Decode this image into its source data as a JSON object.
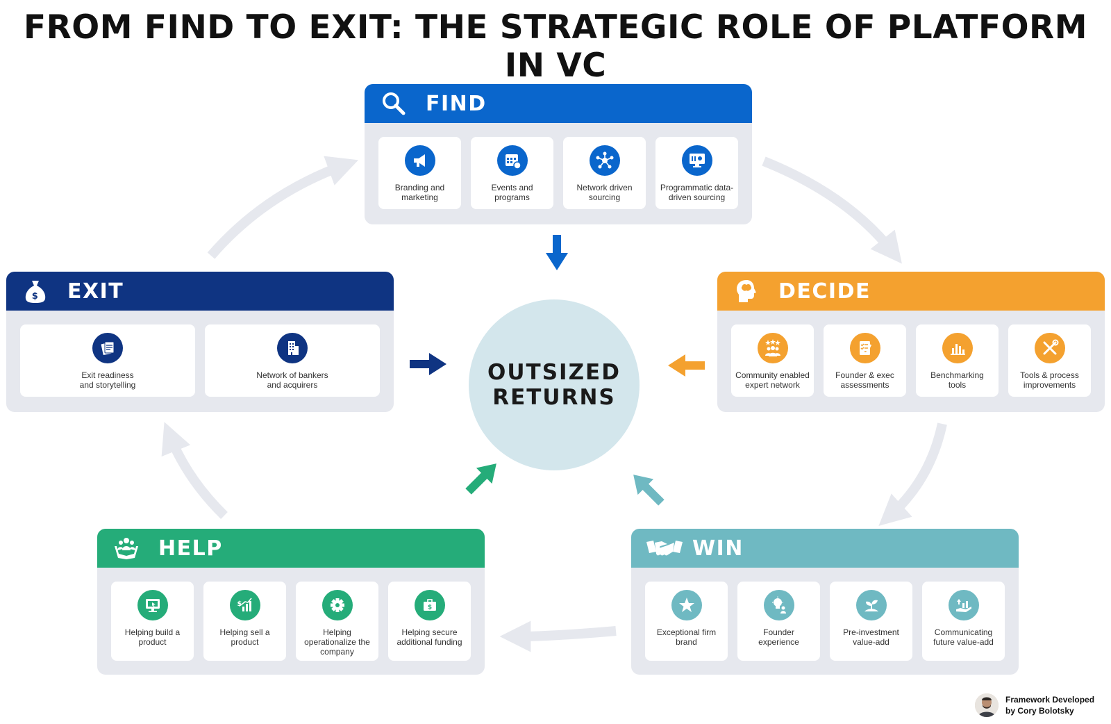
{
  "title": "FROM FIND TO EXIT: THE STRATEGIC ROLE OF PLATFORM IN VC",
  "center": {
    "label": "OUTSIZED\nRETURNS",
    "color": "#d3e6ec"
  },
  "colors": {
    "find": "#0a66cc",
    "exit": "#0f3482",
    "decide": "#f4a12f",
    "help": "#25ac79",
    "win": "#6fb9c2",
    "cycle_arrow": "#e6e8ee"
  },
  "stages": {
    "find": {
      "title": "FIND",
      "icon": "search-icon",
      "items": [
        {
          "label": "Branding and\nmarketing",
          "icon": "megaphone-icon"
        },
        {
          "label": "Events and\nprograms",
          "icon": "calendar-icon"
        },
        {
          "label": "Network driven\nsourcing",
          "icon": "network-icon"
        },
        {
          "label": "Programmatic data-\ndriven sourcing",
          "icon": "monitor-data-icon"
        }
      ]
    },
    "decide": {
      "title": "DECIDE",
      "icon": "head-brain-icon",
      "items": [
        {
          "label": "Community enabled\nexpert network",
          "icon": "community-icon"
        },
        {
          "label": "Founder & exec\nassessments",
          "icon": "checklist-icon"
        },
        {
          "label": "Benchmarking\ntools",
          "icon": "bar-chart-icon"
        },
        {
          "label": "Tools & process\nimprovements",
          "icon": "tools-icon"
        }
      ]
    },
    "win": {
      "title": "WIN",
      "icon": "handshake-icon",
      "items": [
        {
          "label": "Exceptional firm\nbrand",
          "icon": "star-icon"
        },
        {
          "label": "Founder\nexperience",
          "icon": "lightbulb-person-icon"
        },
        {
          "label": "Pre-investment\nvalue-add",
          "icon": "plant-icon"
        },
        {
          "label": "Communicating\nfuture value-add",
          "icon": "growth-hand-icon"
        }
      ]
    },
    "help": {
      "title": "HELP",
      "icon": "helping-hands-icon",
      "items": [
        {
          "label": "Helping build a\nproduct",
          "icon": "screen-build-icon"
        },
        {
          "label": "Helping sell a\nproduct",
          "icon": "sales-chart-icon"
        },
        {
          "label": "Helping\noperationalize the\ncompany",
          "icon": "gear-icon"
        },
        {
          "label": "Helping secure\nadditional funding",
          "icon": "briefcase-money-icon"
        }
      ]
    },
    "exit": {
      "title": "EXIT",
      "icon": "money-bag-icon",
      "items": [
        {
          "label": "Exit readiness\nand storytelling",
          "icon": "documents-icon"
        },
        {
          "label": "Network of bankers\nand acquirers",
          "icon": "building-icon"
        }
      ]
    }
  },
  "credit": {
    "text": "Framework Developed\nby Cory Bolotsky"
  }
}
